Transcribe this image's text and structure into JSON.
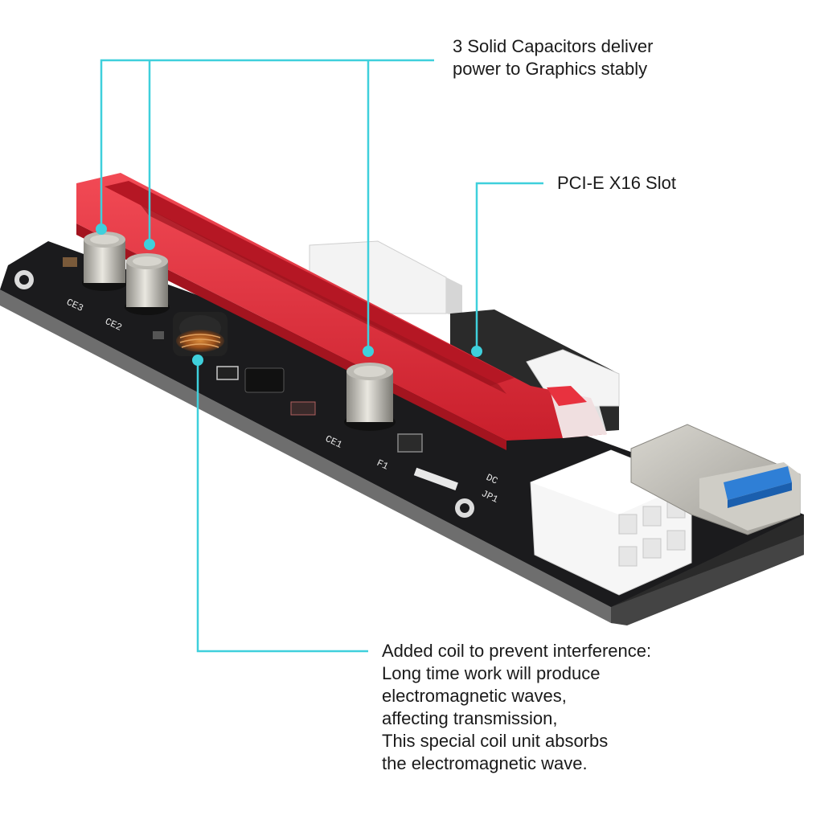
{
  "callouts": {
    "capacitors": {
      "lines": [
        "3 Solid Capacitors deliver",
        "power to Graphics stably"
      ]
    },
    "slot": {
      "lines": [
        "PCI-E X16 Slot"
      ]
    },
    "coil": {
      "lines": [
        "Added coil to prevent interference:",
        "Long time work will produce",
        "electromagnetic waves,",
        "affecting transmission,",
        "This special coil unit absorbs",
        "the electromagnetic wave."
      ]
    }
  },
  "board_labels": {
    "ce3": "CE3",
    "ce2": "CE2",
    "ce1": "CE1",
    "f1": "F1",
    "jp1": "JP1",
    "dc": "DC"
  },
  "colors": {
    "callout_line": "#3fd0dc",
    "pcb": "#1b1b1d",
    "slot_red": "#e8323f",
    "usb_blue": "#2f7fd6"
  }
}
